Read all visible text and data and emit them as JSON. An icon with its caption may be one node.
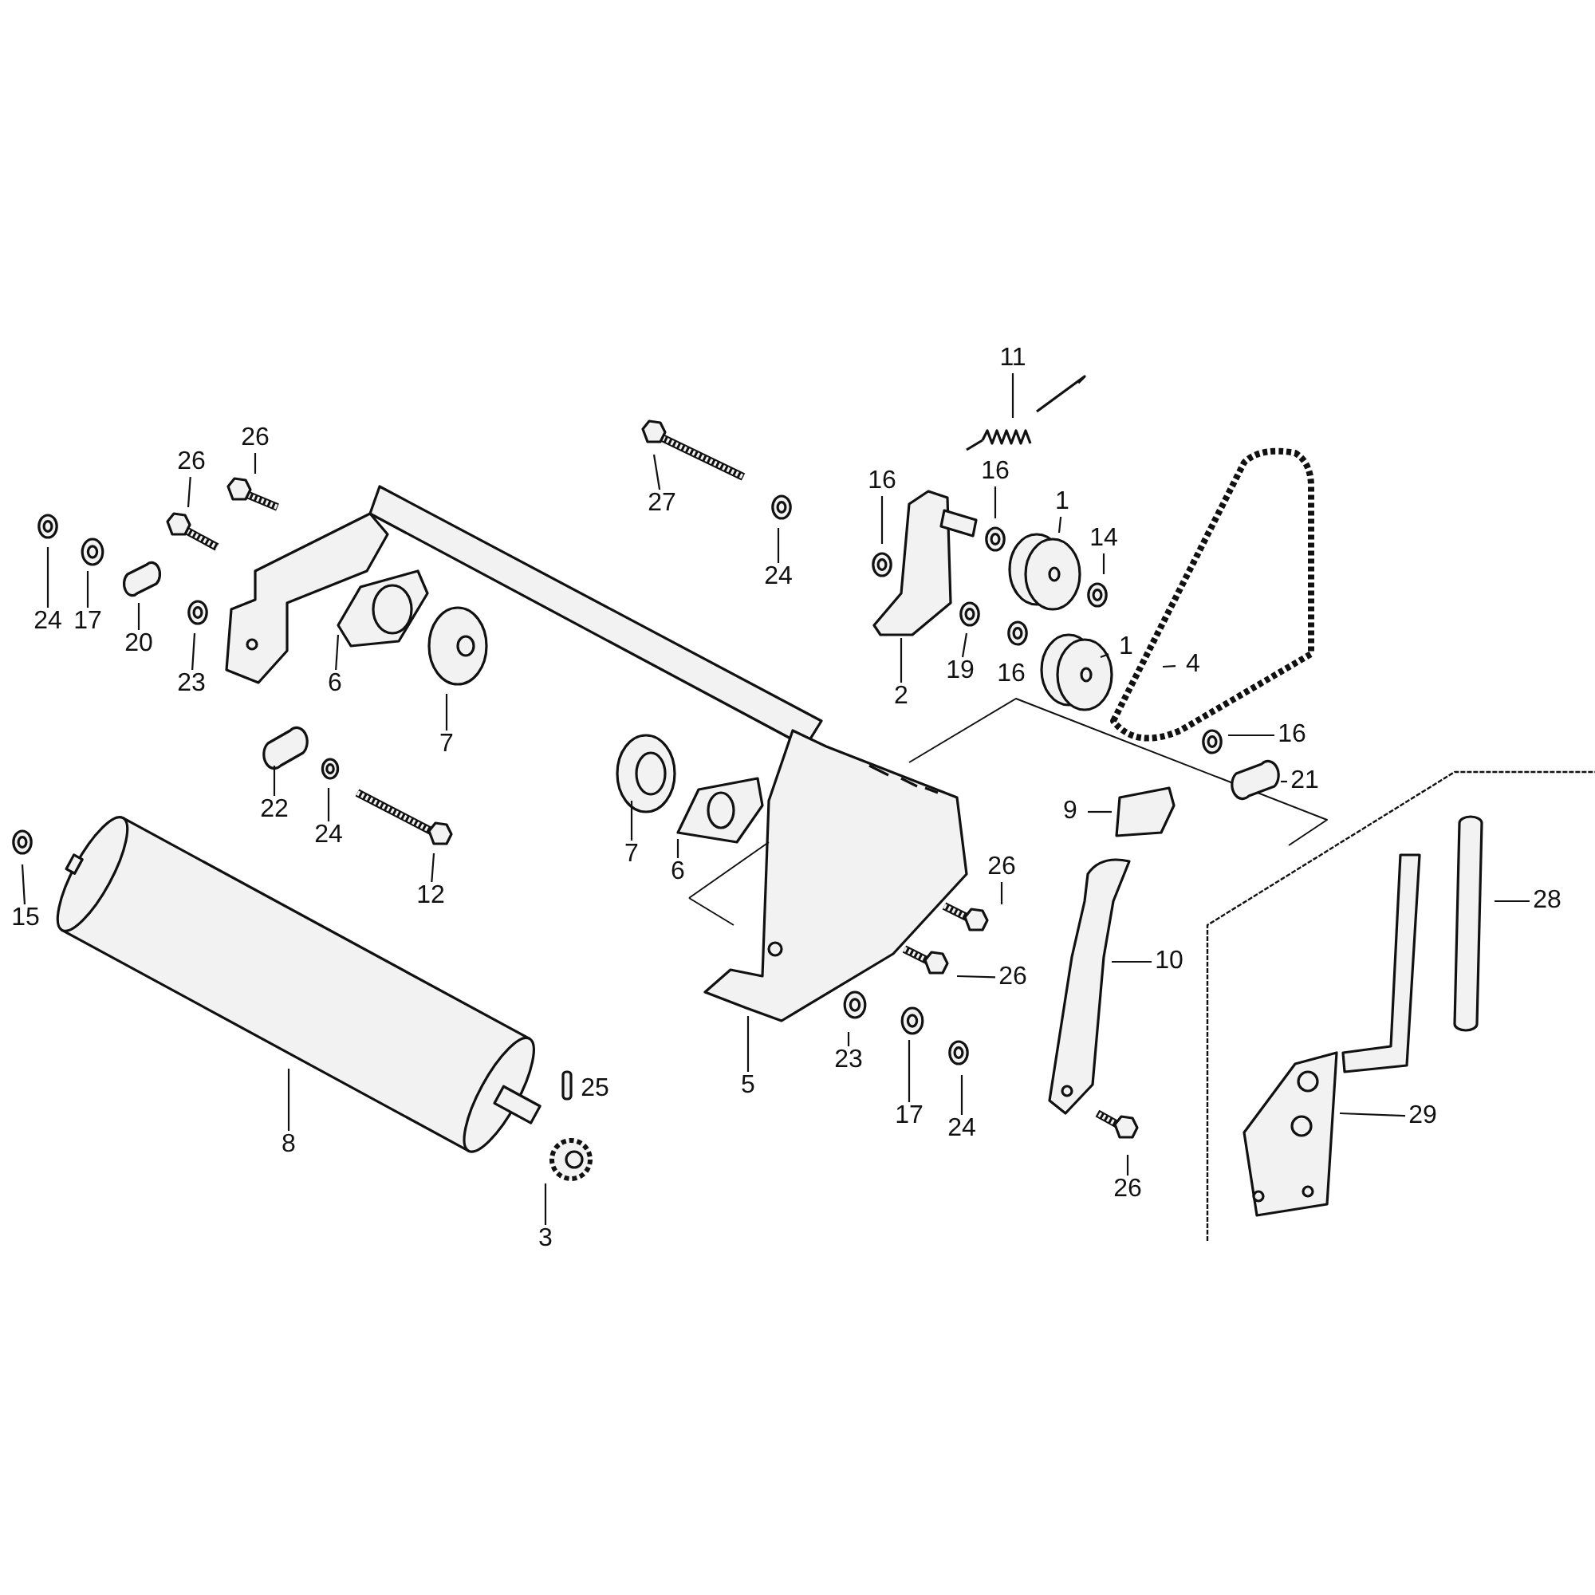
{
  "diagram": {
    "nodes": [
      {
        "text": [
          "11"
        ]
      },
      {
        "text": [
          "26"
        ]
      },
      {
        "text": [
          "26"
        ]
      },
      {
        "text": [
          "27"
        ]
      },
      {
        "text": [
          "16"
        ]
      },
      {
        "text": [
          "16"
        ]
      },
      {
        "text": [
          "1"
        ]
      },
      {
        "text": [
          "24"
        ]
      },
      {
        "text": [
          "17"
        ]
      },
      {
        "text": [
          "20"
        ]
      },
      {
        "text": [
          "23"
        ]
      },
      {
        "text": [
          "6"
        ]
      },
      {
        "text": [
          "7"
        ]
      },
      {
        "text": [
          "24"
        ]
      },
      {
        "text": [
          "14"
        ]
      },
      {
        "text": [
          "2"
        ]
      },
      {
        "text": [
          "19"
        ]
      },
      {
        "text": [
          "1"
        ]
      },
      {
        "text": [
          "4"
        ]
      },
      {
        "text": [
          "16"
        ]
      },
      {
        "text": [
          "21"
        ]
      },
      {
        "text": [
          "22"
        ]
      },
      {
        "text": [
          "24"
        ]
      },
      {
        "text": [
          "9"
        ]
      },
      {
        "text": [
          "7"
        ]
      },
      {
        "text": [
          "6"
        ]
      },
      {
        "text": [
          "12"
        ]
      },
      {
        "text": [
          "15"
        ]
      },
      {
        "text": [
          "26"
        ]
      },
      {
        "text": [
          "28"
        ]
      },
      {
        "text": [
          "26"
        ]
      },
      {
        "text": [
          "10"
        ]
      },
      {
        "text": [
          "5"
        ]
      },
      {
        "text": [
          "23"
        ]
      },
      {
        "text": [
          "17"
        ]
      },
      {
        "text": [
          "24"
        ]
      },
      {
        "text": [
          "25"
        ]
      },
      {
        "text": [
          "8"
        ]
      },
      {
        "text": [
          "29"
        ]
      },
      {
        "text": [
          "26"
        ]
      },
      {
        "text": [
          "3"
        ]
      }
    ],
    "edges": [
      {
        "from": 0,
        "to": null,
        "arrow": "none"
      },
      {
        "from": 1,
        "to": null,
        "arrow": "none"
      },
      {
        "from": 2,
        "to": null,
        "arrow": "none"
      },
      {
        "from": 3,
        "to": null,
        "arrow": "none"
      },
      {
        "from": 4,
        "to": null,
        "arrow": "none"
      },
      {
        "from": 5,
        "to": null,
        "arrow": "none"
      },
      {
        "from": 6,
        "to": null,
        "arrow": "none"
      },
      {
        "from": 7,
        "to": null,
        "arrow": "none"
      },
      {
        "from": 8,
        "to": null,
        "arrow": "none"
      },
      {
        "from": 9,
        "to": null,
        "arrow": "none"
      },
      {
        "from": 10,
        "to": null,
        "arrow": "none"
      },
      {
        "from": 11,
        "to": null,
        "arrow": "none"
      },
      {
        "from": 12,
        "to": null,
        "arrow": "none"
      },
      {
        "from": 13,
        "to": null,
        "arrow": "none"
      },
      {
        "from": 14,
        "to": null,
        "arrow": "none"
      },
      {
        "from": 15,
        "to": null,
        "arrow": "none"
      },
      {
        "from": 16,
        "to": null,
        "arrow": "none"
      },
      {
        "from": 17,
        "to": null,
        "arrow": "none"
      },
      {
        "from": 18,
        "to": null,
        "arrow": "none"
      },
      {
        "from": 19,
        "to": null,
        "arrow": "none"
      },
      {
        "from": 20,
        "to": null,
        "arrow": "none"
      },
      {
        "from": 21,
        "to": null,
        "arrow": "none"
      },
      {
        "from": 22,
        "to": null,
        "arrow": "none"
      },
      {
        "from": 23,
        "to": null,
        "arrow": "none"
      },
      {
        "from": 24,
        "to": null,
        "arrow": "none"
      },
      {
        "from": 25,
        "to": null,
        "arrow": "none"
      },
      {
        "from": 26,
        "to": null,
        "arrow": "none"
      },
      {
        "from": 27,
        "to": null,
        "arrow": "none"
      },
      {
        "from": 28,
        "to": null,
        "arrow": "none"
      },
      {
        "from": 29,
        "to": null,
        "arrow": "none"
      },
      {
        "from": 30,
        "to": null,
        "arrow": "none"
      },
      {
        "from": 31,
        "to": null,
        "arrow": "none"
      },
      {
        "from": 32,
        "to": null,
        "arrow": "none"
      },
      {
        "from": 33,
        "to": null,
        "arrow": "none"
      },
      {
        "from": 34,
        "to": null,
        "arrow": "none"
      },
      {
        "from": 35,
        "to": null,
        "arrow": "none"
      },
      {
        "from": 36,
        "to": null,
        "arrow": "none"
      },
      {
        "from": 37,
        "to": null,
        "arrow": "none"
      },
      {
        "from": 38,
        "to": null,
        "arrow": "none"
      },
      {
        "from": 39,
        "to": null,
        "arrow": "none"
      },
      {
        "from": 40,
        "to": null,
        "arrow": "none"
      }
    ],
    "labels": [
      "16"
    ]
  }
}
